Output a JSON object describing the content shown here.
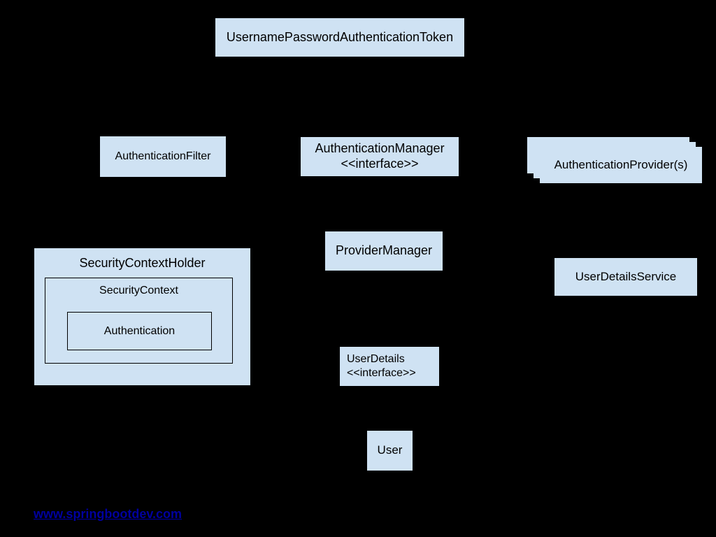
{
  "colors": {
    "background": "#000000",
    "node_fill": "#cfe2f3",
    "node_text": "#000000",
    "link": "#0000a0"
  },
  "nodes": {
    "username_password_authentication_token": {
      "label": "UsernamePasswordAuthenticationToken"
    },
    "authentication_filter": {
      "label": "AuthenticationFilter"
    },
    "authentication_manager": {
      "label": "AuthenticationManager",
      "stereotype": "<<interface>>"
    },
    "authentication_providers": {
      "label": "AuthenticationProvider(s)"
    },
    "provider_manager": {
      "label": "ProviderManager"
    },
    "user_details_service": {
      "label": "UserDetailsService"
    },
    "security_context_holder": {
      "label": "SecurityContextHolder"
    },
    "security_context": {
      "label": "SecurityContext"
    },
    "authentication": {
      "label": "Authentication"
    },
    "user_details": {
      "label": "UserDetails",
      "stereotype": "<<interface>>"
    },
    "user": {
      "label": "User"
    }
  },
  "footer": {
    "link_text": "www.springbootdev.com"
  }
}
